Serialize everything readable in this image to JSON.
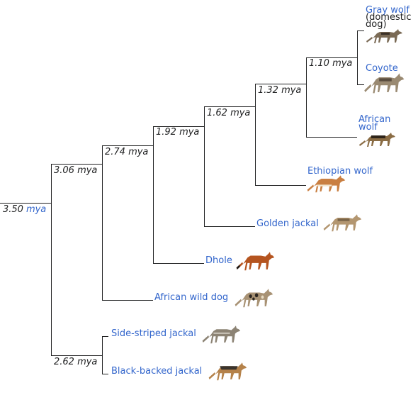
{
  "root": {
    "value": "3.50",
    "unit": "mya"
  },
  "nodes": {
    "n306": "3.06 mya",
    "n274": "2.74 mya",
    "n262": "2.62 mya",
    "n192": "1.92 mya",
    "n162": "1.62 mya",
    "n132": "1.32 mya",
    "n110": "1.10 mya"
  },
  "taxa": {
    "gray_wolf": "Gray wolf",
    "gray_wolf_note_1": "(domestic",
    "gray_wolf_note_2": "dog)",
    "coyote": "Coyote",
    "african_wolf_1": "African",
    "african_wolf_2": "wolf",
    "ethiopian_wolf": "Ethiopian wolf",
    "golden_jackal": "Golden jackal",
    "dhole": "Dhole",
    "african_wild_dog": "African wild dog",
    "side_striped_jackal": "Side-striped jackal",
    "black_backed_jackal": "Black-backed jackal"
  },
  "colors": {
    "link": "#3366cc",
    "text": "#202122",
    "line": "#202122"
  },
  "icons": [
    "gray-wolf-icon",
    "coyote-icon",
    "african-wolf-icon",
    "ethiopian-wolf-icon",
    "golden-jackal-icon",
    "dhole-icon",
    "african-wild-dog-icon",
    "side-striped-jackal-icon",
    "black-backed-jackal-icon"
  ]
}
